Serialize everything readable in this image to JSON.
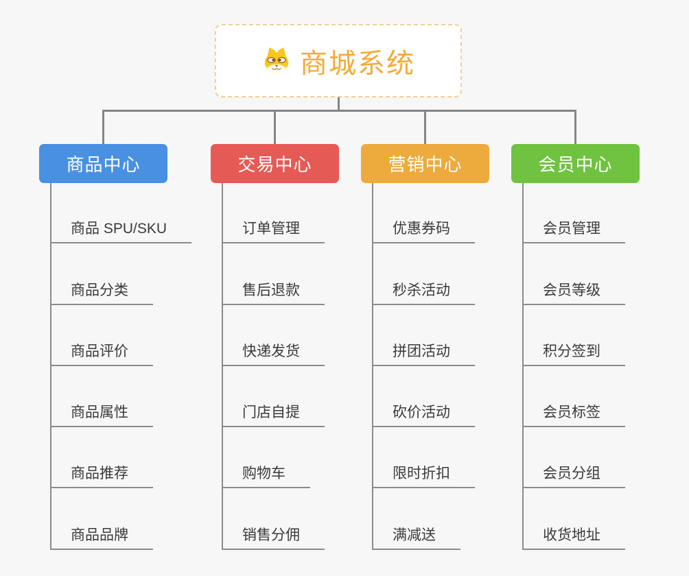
{
  "root": {
    "title": "商城系统",
    "icon": "doge-icon"
  },
  "colors": {
    "root_accent": "#f3ab37",
    "root_border": "#f5cf92",
    "connector_gray": "#858585",
    "branch_blue": "#4a90e2",
    "branch_red": "#e65a56",
    "branch_orange": "#ecab3c",
    "branch_green": "#70c241"
  },
  "branches": [
    {
      "label": "商品中心",
      "color": "#4a90e2",
      "children": [
        "商品 SPU/SKU",
        "商品分类",
        "商品评价",
        "商品属性",
        "商品推荐",
        "商品品牌"
      ]
    },
    {
      "label": "交易中心",
      "color": "#e65a56",
      "children": [
        "订单管理",
        "售后退款",
        "快递发货",
        "门店自提",
        "购物车",
        "销售分佣"
      ]
    },
    {
      "label": "营销中心",
      "color": "#ecab3c",
      "children": [
        "优惠券码",
        "秒杀活动",
        "拼团活动",
        "砍价活动",
        "限时折扣",
        "满减送"
      ]
    },
    {
      "label": "会员中心",
      "color": "#70c241",
      "children": [
        "会员管理",
        "会员等级",
        "积分签到",
        "会员标签",
        "会员分组",
        "收货地址"
      ]
    }
  ]
}
